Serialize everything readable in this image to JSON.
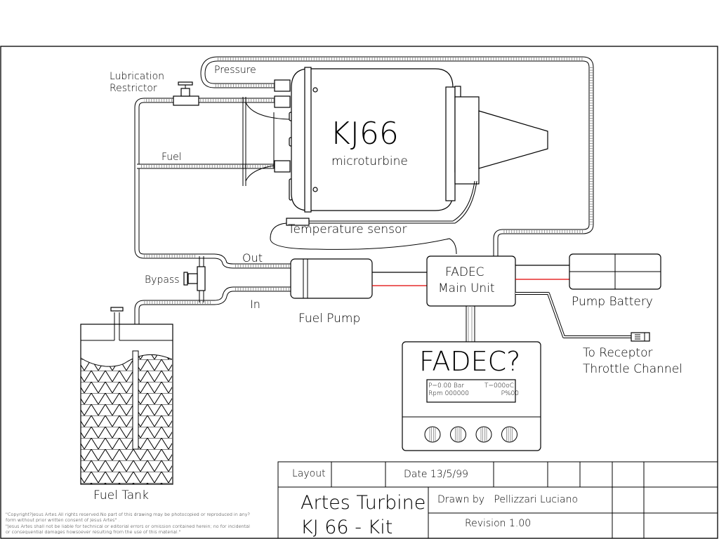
{
  "diagram": {
    "engine": {
      "name": "KJ66",
      "subtitle": "microturbine"
    },
    "labels": {
      "lubrication_line1": "Lubrication",
      "lubrication_line2": "Restrictor",
      "pressure": "Pressure",
      "fuel": "Fuel",
      "temperature_sensor": "Temperature sensor",
      "out": "Out",
      "in": "In",
      "bypass": "Bypass",
      "fuel_pump": "Fuel Pump",
      "fuel_tank": "Fuel Tank",
      "fadec_main_line1": "FADEC",
      "fadec_main_line2": "Main Unit",
      "pump_battery": "Pump Battery",
      "receptor_line1": "To Receptor",
      "receptor_line2": "Throttle Channel"
    },
    "fadec_display": {
      "title": "FADEC?",
      "row1_left": "P=0.00 Bar",
      "row1_right": "T=000oC",
      "row2_left": "Rpm 000000",
      "row2_right": "P%00",
      "button_count": 4
    },
    "colors": {
      "line": "#000000",
      "power_wire": "#e00000",
      "hose_rib": "#9a9a9a"
    }
  },
  "title_block": {
    "layout_label": "Layout",
    "date": "Date 13/5/99",
    "title_line1": "Artes Turbine",
    "title_line2": "KJ 66 - Kit",
    "drawn_by": "Drawn by   Pellizzari Luciano",
    "revision": "Revision 1.00"
  },
  "copyright": {
    "line1": "\"Copyright?Jesus Artes.All rights reserved.No part of this drawing may be photocopied or reproduced in any?",
    "line2": "form without prior written consent of Jesus Artes\" .",
    "line3": "\"Jesus Artes shall not be liable for technical or editorial errors or omission contained herein; no for incidental",
    "line4": "or consequential damages howsoever resulting from the use of this material.\""
  }
}
